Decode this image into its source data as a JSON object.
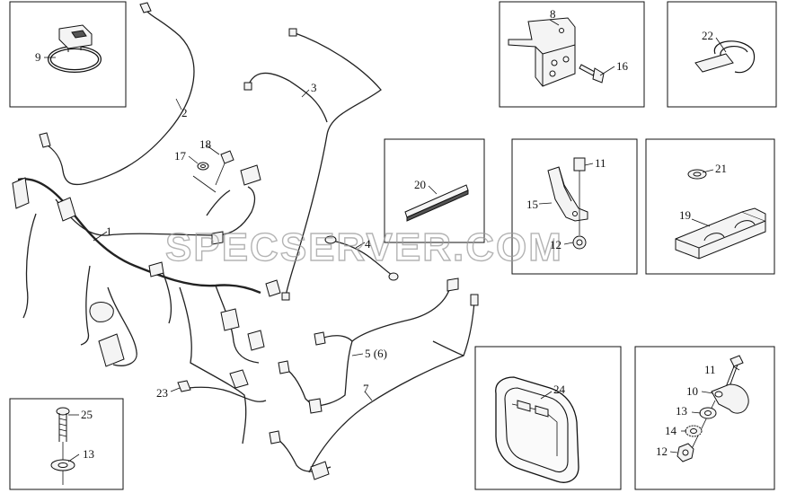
{
  "watermark": "SPECSERVER.COM",
  "callouts": {
    "c1": "1",
    "c2": "2",
    "c3": "3",
    "c4": "4",
    "c5": "5 (6)",
    "c7": "7",
    "c8": "8",
    "c9": "9",
    "c10": "10",
    "c11a": "11",
    "c11b": "11",
    "c12a": "12",
    "c12b": "12",
    "c13a": "13",
    "c13b": "13",
    "c14": "14",
    "c15": "15",
    "c16": "16",
    "c17": "17",
    "c18": "18",
    "c19": "19",
    "c20": "20",
    "c21": "21",
    "c22": "22",
    "c23": "23",
    "c24": "24",
    "c25": "25"
  }
}
